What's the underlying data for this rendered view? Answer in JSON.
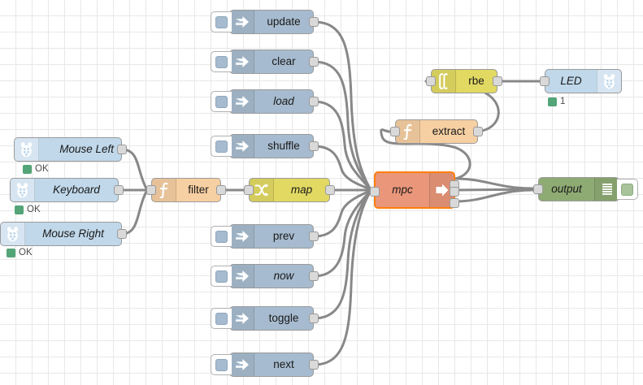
{
  "app": {
    "title": "Node-RED flow editor canvas",
    "grid": {
      "size": 20,
      "color": "#e8e8e8"
    },
    "wire_color": "#888888"
  },
  "palette": {
    "inject": "#a6bbcf",
    "rpi": "#c0d8ea",
    "function": "#f6cfa2",
    "switch": "#e2d962",
    "rbe": "#e2d962",
    "mpc": "#e9967a",
    "mpc_border": "#ff7f0e",
    "debug": "#8fab74",
    "status_ok": "#53a477"
  },
  "nodes": [
    {
      "id": "mouse_left",
      "label": "Mouse Left",
      "type": "rpi",
      "icon": "raspberry-pi-icon",
      "italic": true,
      "status": "OK"
    },
    {
      "id": "keyboard",
      "label": "Keyboard",
      "type": "rpi",
      "icon": "raspberry-pi-icon",
      "italic": true,
      "status": "OK"
    },
    {
      "id": "mouse_right",
      "label": "Mouse Right",
      "type": "rpi",
      "icon": "raspberry-pi-icon",
      "italic": true,
      "status": "OK"
    },
    {
      "id": "filter",
      "label": "filter",
      "type": "function",
      "icon": "function-icon",
      "italic": false,
      "status": ""
    },
    {
      "id": "map",
      "label": "map",
      "type": "switch",
      "icon": "switch-icon",
      "italic": true,
      "status": ""
    },
    {
      "id": "update",
      "label": "update",
      "type": "inject",
      "icon": "inject-arrow-icon",
      "italic": false,
      "status": ""
    },
    {
      "id": "clear",
      "label": "clear",
      "type": "inject",
      "icon": "inject-arrow-icon",
      "italic": false,
      "status": ""
    },
    {
      "id": "load",
      "label": "load",
      "type": "inject",
      "icon": "inject-arrow-icon",
      "italic": true,
      "status": ""
    },
    {
      "id": "shuffle",
      "label": "shuffle",
      "type": "inject",
      "icon": "inject-arrow-icon",
      "italic": false,
      "status": ""
    },
    {
      "id": "prev",
      "label": "prev",
      "type": "inject",
      "icon": "inject-arrow-icon",
      "italic": false,
      "status": ""
    },
    {
      "id": "now",
      "label": "now",
      "type": "inject",
      "icon": "inject-arrow-icon",
      "italic": true,
      "status": ""
    },
    {
      "id": "toggle",
      "label": "toggle",
      "type": "inject",
      "icon": "inject-arrow-icon",
      "italic": false,
      "status": ""
    },
    {
      "id": "next",
      "label": "next",
      "type": "inject",
      "icon": "inject-arrow-icon",
      "italic": false,
      "status": ""
    },
    {
      "id": "mpc",
      "label": "mpc",
      "type": "mpc",
      "icon": "arrow-right-icon",
      "italic": true,
      "status": ""
    },
    {
      "id": "extract",
      "label": "extract",
      "type": "function",
      "icon": "function-icon",
      "italic": false,
      "status": ""
    },
    {
      "id": "rbe",
      "label": "rbe",
      "type": "rbe",
      "icon": "integral-icon",
      "italic": false,
      "status": ""
    },
    {
      "id": "led",
      "label": "LED",
      "type": "rpi",
      "icon": "raspberry-pi-icon",
      "italic": true,
      "status": "1"
    },
    {
      "id": "output",
      "label": "output",
      "type": "debug",
      "icon": "debug-lines-icon",
      "italic": true,
      "status": ""
    }
  ],
  "labels": {
    "mouse_left": "Mouse Left",
    "keyboard": "Keyboard",
    "mouse_right": "Mouse Right",
    "filter": "filter",
    "map": "map",
    "update": "update",
    "clear": "clear",
    "load": "load",
    "shuffle": "shuffle",
    "prev": "prev",
    "now": "now",
    "toggle": "toggle",
    "next": "next",
    "mpc": "mpc",
    "extract": "extract",
    "rbe": "rbe",
    "led": "LED",
    "output": "output"
  },
  "statuses": {
    "mouse_left": "OK",
    "keyboard": "OK",
    "mouse_right": "OK",
    "led": "1"
  }
}
